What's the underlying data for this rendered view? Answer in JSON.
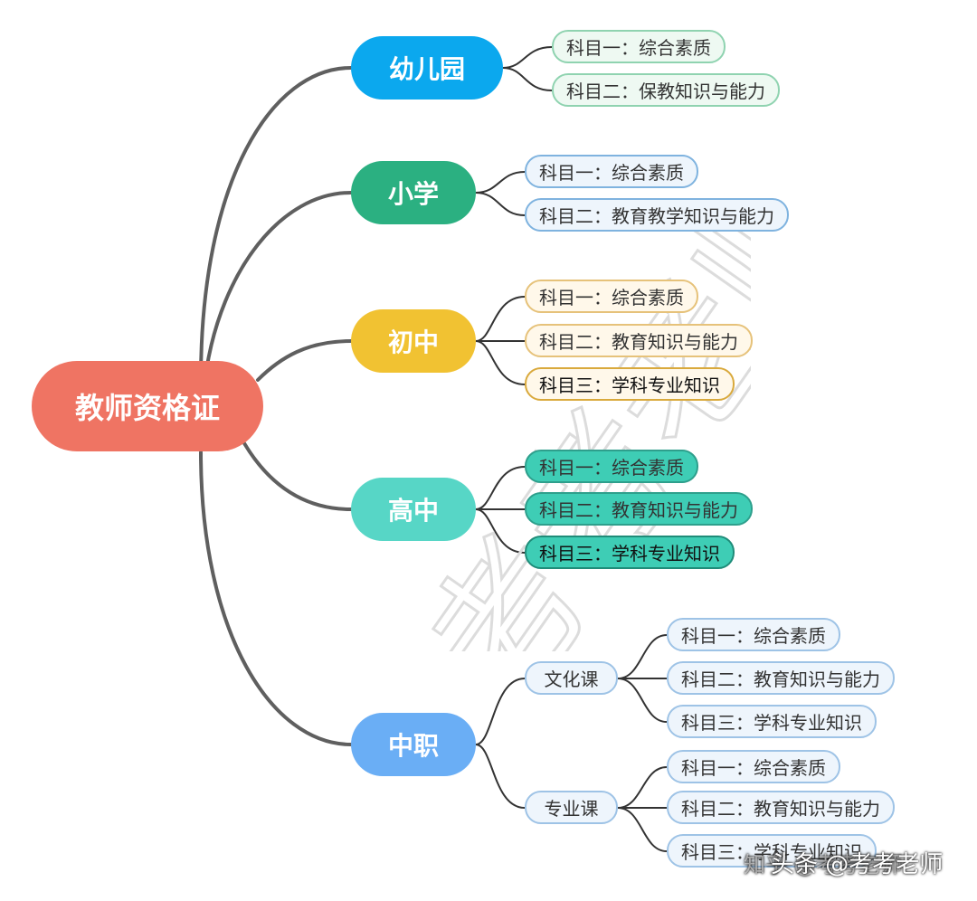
{
  "root": {
    "label": "教师资格证",
    "color": "#ef7463"
  },
  "branches": [
    {
      "label": "幼儿园",
      "color": "#0ba8ee",
      "leaf_border": "#8fd3b0",
      "leaf_bg": "#eef9f2",
      "leaves": [
        "科目一：综合素质",
        "科目二：保教知识与能力"
      ]
    },
    {
      "label": "小学",
      "color": "#2bb081",
      "leaf_border": "#7fb3df",
      "leaf_bg": "#eef5fc",
      "leaves": [
        "科目一：综合素质",
        "科目二：教育教学知识与能力"
      ]
    },
    {
      "label": "初中",
      "color": "#f1c232",
      "leaf_border": "#e6c27a",
      "leaf_bg": "#fff8ea",
      "leaves": [
        "科目一：综合素质",
        "科目二：教育知识与能力",
        "科目三：学科专业知识"
      ]
    },
    {
      "label": "高中",
      "color": "#57d6c6",
      "leaf_border": "#2e9f8c",
      "leaf_bg": "#3ecdb5",
      "leaves": [
        "科目一：综合素质",
        "科目二：教育知识与能力",
        "科目三：学科专业知识"
      ]
    },
    {
      "label": "中职",
      "color": "#6aaef5",
      "groups": [
        {
          "label": "文化课",
          "leaves": [
            "科目一：综合素质",
            "科目二：教育知识与能力",
            "科目三：学科专业知识"
          ]
        },
        {
          "label": "专业课",
          "leaves": [
            "科目一：综合素质",
            "科目二：教育知识与能力",
            "科目三：学科专业知识"
          ]
        }
      ]
    }
  ],
  "watermark": "考考老师",
  "footer": {
    "faded": "知乎 @考考老师",
    "label": "头条 @考考老师"
  },
  "line_color": "#5f5f5f"
}
